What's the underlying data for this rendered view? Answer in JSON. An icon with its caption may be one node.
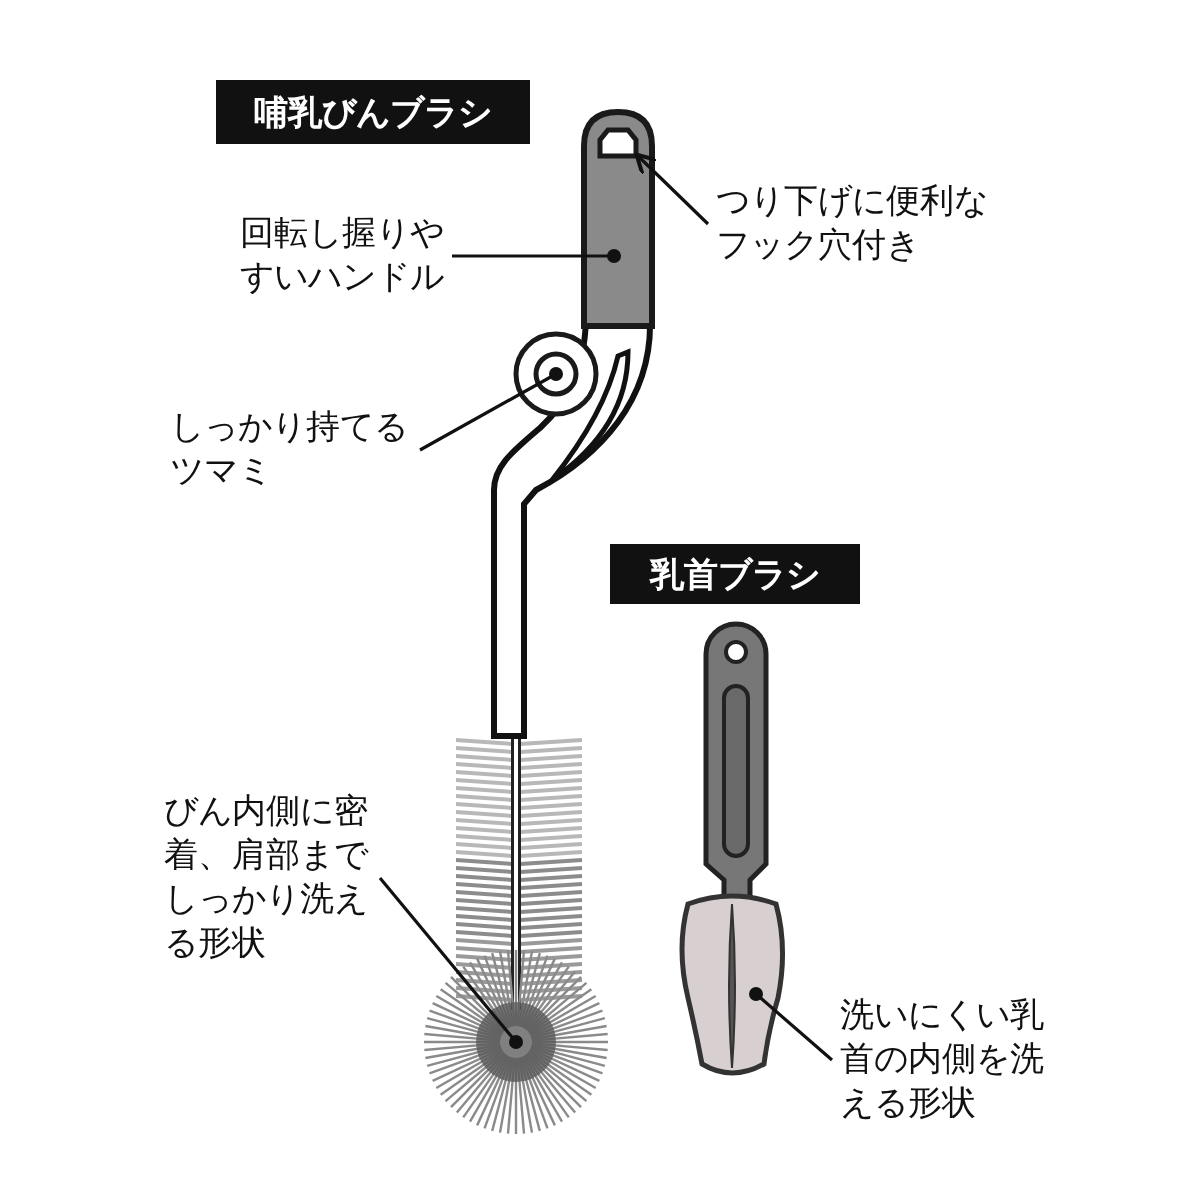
{
  "diagram": {
    "nodes": [
      {
        "text": [
          "哺乳びんブラシ"
        ]
      },
      {
        "text": [
          "回転し握りやすいハンドル"
        ]
      },
      {
        "text": [],
        "shape": "picture"
      },
      {
        "text": [
          "つり下げに便利なフック穴付き"
        ]
      },
      {
        "text": [],
        "shape": "box",
        "in": 2
      },
      {
        "text": [
          "しっかり持てるツマミ"
        ]
      },
      {
        "text": [],
        "shape": "circle"
      },
      {
        "text": [
          "びん内側に密着、肩部までしっかり洗える形状"
        ]
      },
      {
        "text": [],
        "shape": "picture"
      },
      {
        "text": [
          "乳首ブラシ"
        ]
      },
      {
        "text": [
          "洗いにくい乳首の内側を洗える形状"
        ]
      },
      {
        "text": [],
        "shape": "picture"
      }
    ],
    "edges": [
      {
        "from": 1,
        "to": 2,
        "arrow": "other"
      },
      {
        "from": 3,
        "to": 4,
        "arrow": "to"
      },
      {
        "from": 5,
        "to": 6,
        "arrow": "other"
      },
      {
        "from": 7,
        "to": 8,
        "arrow": "other"
      },
      {
        "from": 10,
        "to": 11,
        "arrow": "other"
      }
    ]
  }
}
